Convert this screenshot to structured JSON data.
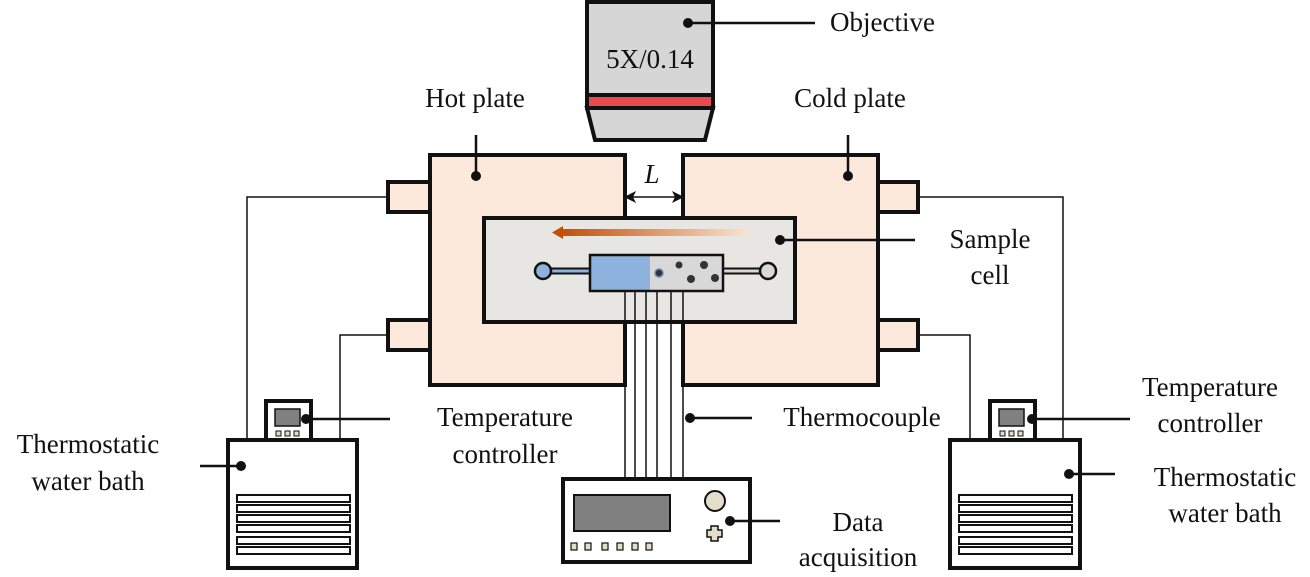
{
  "labels": {
    "objective": "Objective",
    "objective_spec": "5X/0.14",
    "hot_plate": "Hot plate",
    "cold_plate": "Cold plate",
    "gap": "L",
    "sample_cell_1": "Sample",
    "sample_cell_2": "cell",
    "temp_ctrl_left_1": "Temperature",
    "temp_ctrl_left_2": "controller",
    "thermocouple": "Thermocouple",
    "temp_ctrl_right_1": "Temperature",
    "temp_ctrl_right_2": "controller",
    "bath_left_1": "Thermostatic",
    "bath_left_2": "water bath",
    "bath_right_1": "Thermostatic",
    "bath_right_2": "water bath",
    "daq_1": "Data",
    "daq_2": "acquisition"
  },
  "colors": {
    "plate": "#fde8dc",
    "cell": "#e8e6e3",
    "objective": "#d6d6d6",
    "band": "#e84a4f",
    "water": "#8eb2de",
    "screen": "#808080",
    "arrow": "#c75a10"
  }
}
